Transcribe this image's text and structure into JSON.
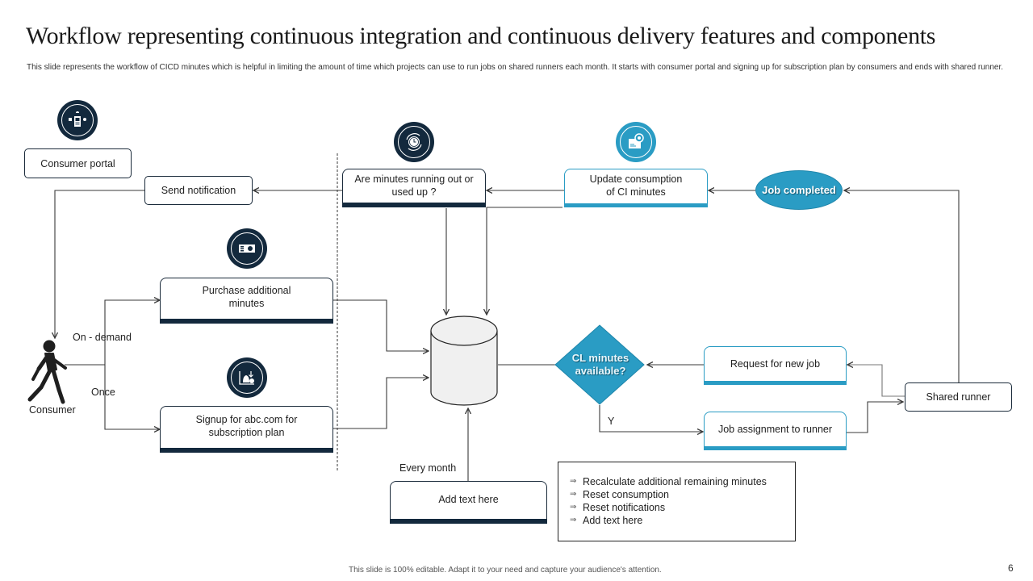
{
  "slide": {
    "title": "Workflow representing continuous integration and continuous delivery features and components",
    "subtitle": "This slide represents the workflow of CICD minutes which is helpful in limiting the amount of time which projects can use to run jobs on shared runners each month. It starts with consumer portal and signing up for subscription plan by consumers and ends with shared runner.",
    "footer": "This slide is 100% editable. Adapt it to your need and capture your audience's attention.",
    "page_number": "6"
  },
  "colors": {
    "navy": "#13293d",
    "teal": "#2a9cc4",
    "line": "#3a3a3a"
  },
  "nodes": {
    "consumer_portal": "Consumer  portal",
    "send_notification": "Send notification",
    "minutes_running_out": "Are minutes running out or used up ?",
    "update_consumption": "Update consumption of CI minutes",
    "job_completed": "Job completed",
    "purchase_minutes": "Purchase additional minutes",
    "signup": "Signup for abc.com for subscription plan",
    "consumer": "Consumer",
    "cl_available": "CL minutes available?",
    "request_new_job": "Request for new job",
    "job_assignment": "Job assignment to runner",
    "shared_runner": "Shared runner",
    "add_text": "Add text here"
  },
  "edge_labels": {
    "on_demand": "On - demand",
    "once": "Once",
    "yes": "Y",
    "every_month": "Every  month"
  },
  "icons": {
    "consumer_portal": "portal-devices-icon",
    "minutes_running_out": "clock-refresh-icon",
    "update_consumption": "document-gear-icon",
    "purchase_minutes": "ticket-coin-icon",
    "signup": "bell-download-icon",
    "consumer": "walking-person-icon"
  },
  "monthly_actions": [
    "Recalculate additional remaining minutes",
    "Reset consumption",
    "Reset notifications",
    "Add text here"
  ],
  "bullet_glyph": "⇒"
}
